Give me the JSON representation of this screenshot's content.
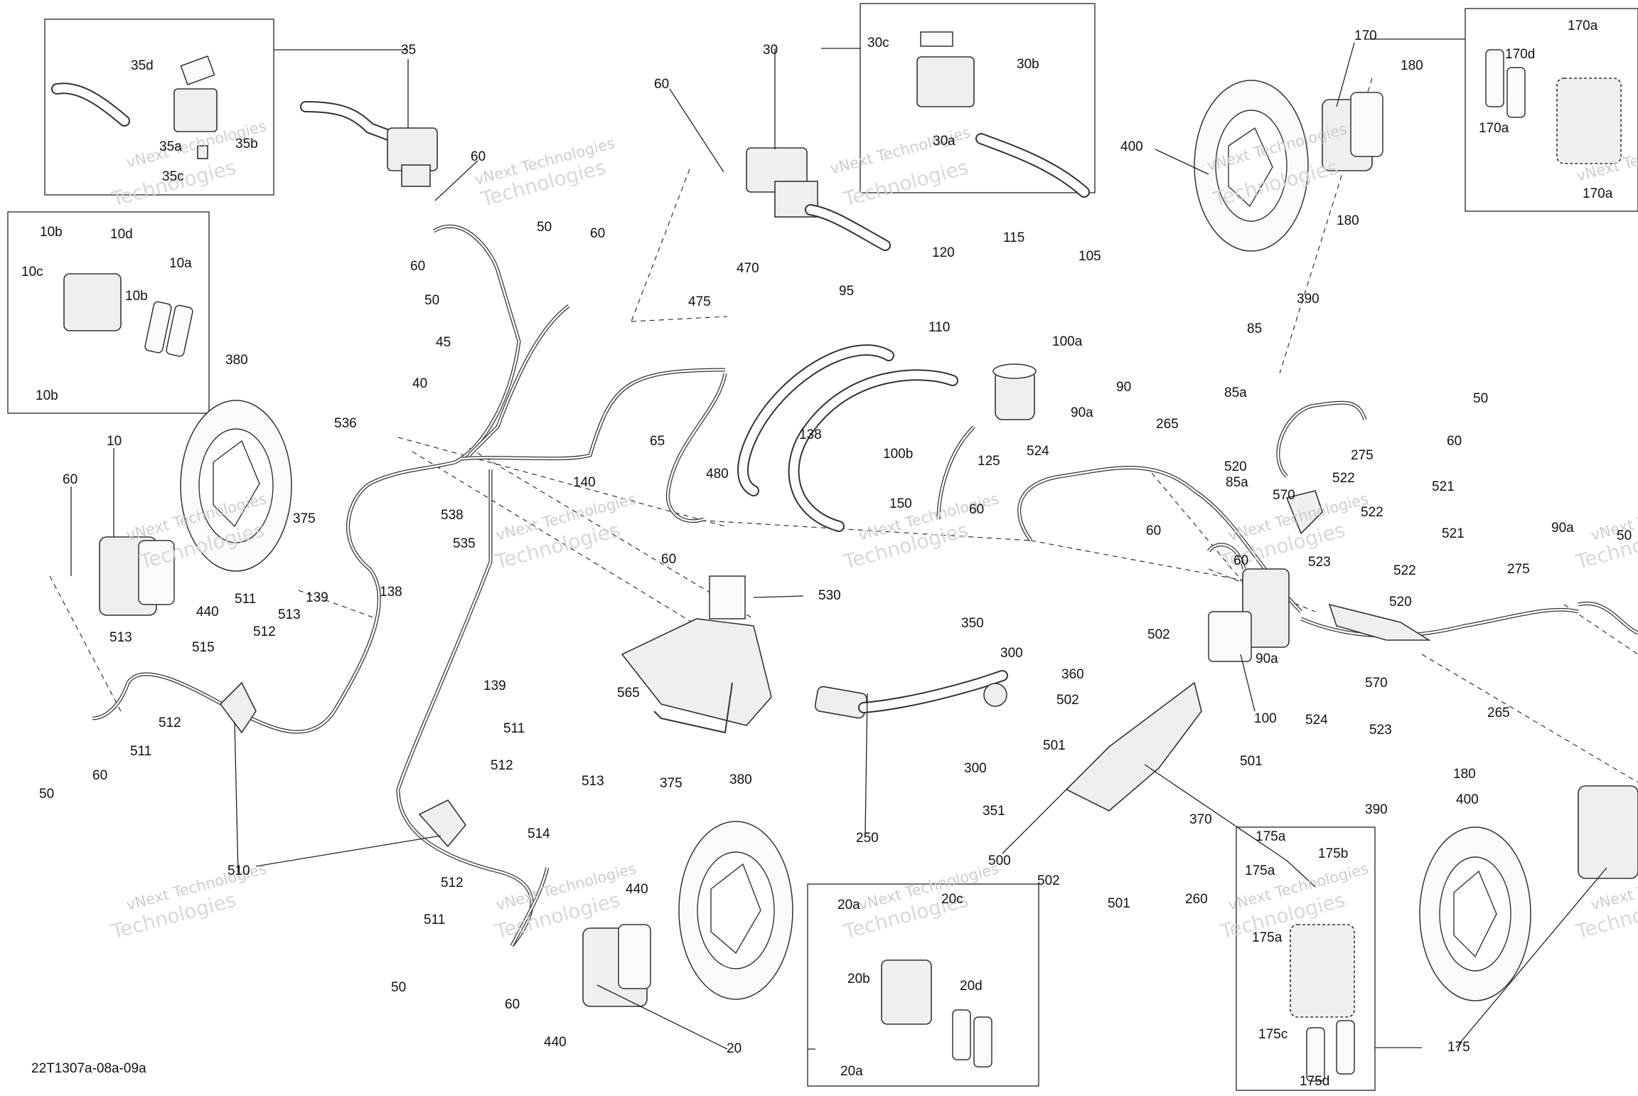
{
  "diagram_code": "22T1307a-08a-09a",
  "watermark": {
    "line1": "vNext Technologies",
    "line2": "Technologies"
  },
  "colors": {
    "line": "#333333",
    "fill": "#efefef",
    "background": "#ffffff"
  },
  "labels": {
    "l35": "35",
    "l35d": "35d",
    "l35a": "35a",
    "l35b": "35b",
    "l35c": "35c",
    "l30": "30",
    "l30c": "30c",
    "l30b": "30b",
    "l30a": "30a",
    "l60a": "60",
    "l60b": "60",
    "l60c": "60",
    "l60d": "60",
    "l60e": "60",
    "l60f": "60",
    "l60g": "60",
    "l60h": "60",
    "l60i": "60",
    "l60j": "60",
    "l60k": "60",
    "l60l": "60",
    "l10": "10",
    "l10a": "10a",
    "l10b1": "10b",
    "l10b2": "10b",
    "l10b3": "10b",
    "l10c": "10c",
    "l10d": "10d",
    "l380a": "380",
    "l380b": "380",
    "l375a": "375",
    "l375b": "375",
    "l440a": "440",
    "l440b": "440",
    "l440c": "440",
    "l50a": "50",
    "l50b": "50",
    "l50c": "50",
    "l50d": "50",
    "l50e": "50",
    "l50f": "50",
    "l45": "45",
    "l40": "40",
    "l536": "536",
    "l538": "538",
    "l535": "535",
    "l138a": "138",
    "l138b": "138",
    "l139a": "139",
    "l139b": "139",
    "l140": "140",
    "l65": "65",
    "l480": "480",
    "l475": "475",
    "l470": "470",
    "l95": "95",
    "l100b": "100b",
    "l150": "150",
    "l120": "120",
    "l115": "115",
    "l105": "105",
    "l110": "110",
    "l100a": "100a",
    "l125": "125",
    "l530": "530",
    "l565": "565",
    "l511a": "511",
    "l511b": "511",
    "l511c": "511",
    "l511d": "511",
    "l512a": "512",
    "l512b": "512",
    "l512c": "512",
    "l512d": "512",
    "l513a": "513",
    "l513b": "513",
    "l513c": "513",
    "l515": "515",
    "l510": "510",
    "l514": "514",
    "l350": "350",
    "l300a": "300",
    "l300b": "300",
    "l351": "351",
    "l250": "250",
    "l360": "360",
    "l502a": "502",
    "l502b": "502",
    "l502c": "502",
    "l501a": "501",
    "l501b": "501",
    "l501c": "501",
    "l370": "370",
    "l260": "260",
    "l500": "500",
    "l100": "100",
    "l170": "170",
    "l170a1": "170a",
    "l170a2": "170a",
    "l170a3": "170a",
    "l170d": "170d",
    "l180a": "180",
    "l180b": "180",
    "l180c": "180",
    "l400a": "400",
    "l400b": "400",
    "l390a": "390",
    "l390b": "390",
    "l85": "85",
    "l85a1": "85a",
    "l85a2": "85a",
    "l265a": "265",
    "l265b": "265",
    "l275a": "275",
    "l275b": "275",
    "l520a": "520",
    "l520b": "520",
    "l521a": "521",
    "l521b": "521",
    "l522a": "522",
    "l522b": "522",
    "l522c": "522",
    "l523a": "523",
    "l523b": "523",
    "l524a": "524",
    "l524b": "524",
    "l570a": "570",
    "l570b": "570",
    "l90": "90",
    "l90a1": "90a",
    "l90a2": "90a",
    "l90a3": "90a",
    "l20": "20",
    "l20a1": "20a",
    "l20a2": "20a",
    "l20b": "20b",
    "l20c": "20c",
    "l20d": "20d",
    "l175": "175",
    "l175a1": "175a",
    "l175a2": "175a",
    "l175a3": "175a",
    "l175b": "175b",
    "l175c": "175c",
    "l175d": "175d"
  }
}
